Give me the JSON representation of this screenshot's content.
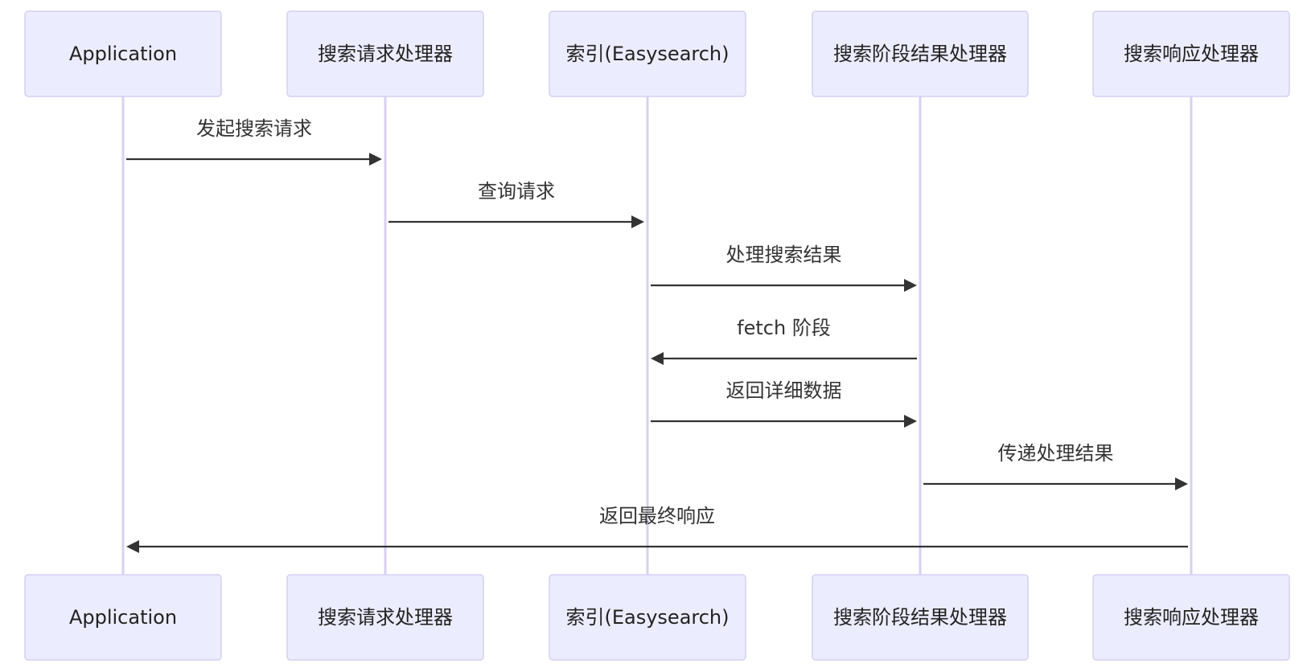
{
  "diagram": {
    "type": "sequence",
    "colors": {
      "actor_fill": "#ececff",
      "actor_border": "#d4d0f2",
      "lifeline": "#d8d0f2",
      "message": "#333333",
      "text": "#222222"
    },
    "actors": [
      {
        "id": "app",
        "label": "Application"
      },
      {
        "id": "req",
        "label": "搜索请求处理器"
      },
      {
        "id": "idx",
        "label": "索引(Easysearch)"
      },
      {
        "id": "phase",
        "label": "搜索阶段结果处理器"
      },
      {
        "id": "resp",
        "label": "搜索响应处理器"
      }
    ],
    "messages": [
      {
        "from": "app",
        "to": "req",
        "label": "发起搜索请求"
      },
      {
        "from": "req",
        "to": "idx",
        "label": "查询请求"
      },
      {
        "from": "idx",
        "to": "phase",
        "label": "处理搜索结果"
      },
      {
        "from": "phase",
        "to": "idx",
        "label": "fetch 阶段"
      },
      {
        "from": "idx",
        "to": "phase",
        "label": "返回详细数据"
      },
      {
        "from": "phase",
        "to": "resp",
        "label": "传递处理结果"
      },
      {
        "from": "resp",
        "to": "app",
        "label": "返回最终响应"
      }
    ]
  }
}
